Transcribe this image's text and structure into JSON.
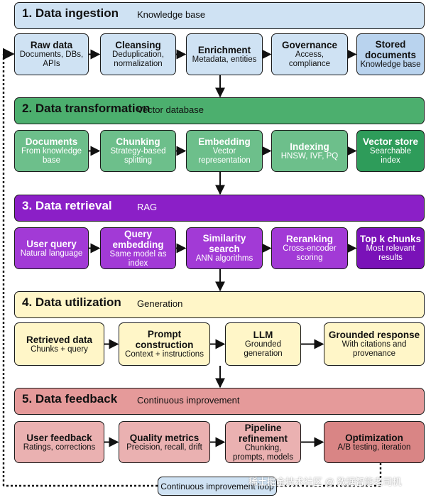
{
  "colors": {
    "blue_light": "#cfe2f3",
    "blue_mid": "#b9d3ee",
    "green_banner": "#4caf6e",
    "green_box": "#6dbf8b",
    "green_dark": "#2e9c5a",
    "purple_banner": "#8b1fc7",
    "purple_box": "#a23ad6",
    "purple_dark": "#7a12b8",
    "yellow": "#fff6c8",
    "pink_banner": "#e59a9a",
    "pink_box": "#eab1b1",
    "pink_dark": "#d98585",
    "border": "#1a1a1a"
  },
  "sections": [
    {
      "title": "1. Data ingestion",
      "subtitle": "Knowledge base",
      "steps": [
        {
          "title": "Raw data",
          "sub": "Documents, DBs, APIs"
        },
        {
          "title": "Cleansing",
          "sub": "Deduplication, normalization"
        },
        {
          "title": "Enrichment",
          "sub": "Metadata, entities"
        },
        {
          "title": "Governance",
          "sub": "Access, compliance"
        },
        {
          "title": "Stored documents",
          "sub": "Knowledge base"
        }
      ]
    },
    {
      "title": "2. Data transformation",
      "subtitle": "Vector database",
      "steps": [
        {
          "title": "Documents",
          "sub": "From knowledge base"
        },
        {
          "title": "Chunking",
          "sub": "Strategy-based splitting"
        },
        {
          "title": "Embedding",
          "sub": "Vector representation"
        },
        {
          "title": "Indexing",
          "sub": "HNSW, IVF, PQ"
        },
        {
          "title": "Vector store",
          "sub": "Searchable index"
        }
      ]
    },
    {
      "title": "3. Data retrieval",
      "subtitle": "RAG",
      "steps": [
        {
          "title": "User query",
          "sub": "Natural language"
        },
        {
          "title": "Query embedding",
          "sub": "Same model as index"
        },
        {
          "title": "Similarity search",
          "sub": "ANN algorithms"
        },
        {
          "title": "Reranking",
          "sub": "Cross-encoder scoring"
        },
        {
          "title": "Top k chunks",
          "sub": "Most relevant results"
        }
      ]
    },
    {
      "title": "4. Data utilization",
      "subtitle": "Generation",
      "steps": [
        {
          "title": "Retrieved data",
          "sub": "Chunks + query"
        },
        {
          "title": "Prompt construction",
          "sub": "Context + instructions"
        },
        {
          "title": "LLM",
          "sub": "Grounded generation"
        },
        {
          "title": "Grounded response",
          "sub": "With citations and provenance"
        }
      ]
    },
    {
      "title": "5. Data feedback",
      "subtitle": "Continuous improvement",
      "steps": [
        {
          "title": "User feedback",
          "sub": "Ratings, corrections"
        },
        {
          "title": "Quality metrics",
          "sub": "Precision, recall, drift"
        },
        {
          "title": "Pipeline refinement",
          "sub": "Chunking, prompts, models"
        },
        {
          "title": "Optimization",
          "sub": "A/B testing, iteration"
        }
      ]
    }
  ],
  "loop_label": "Continuous improvement loop",
  "watermark": "稀土掘金技术社区 @ 数据智能老司机"
}
